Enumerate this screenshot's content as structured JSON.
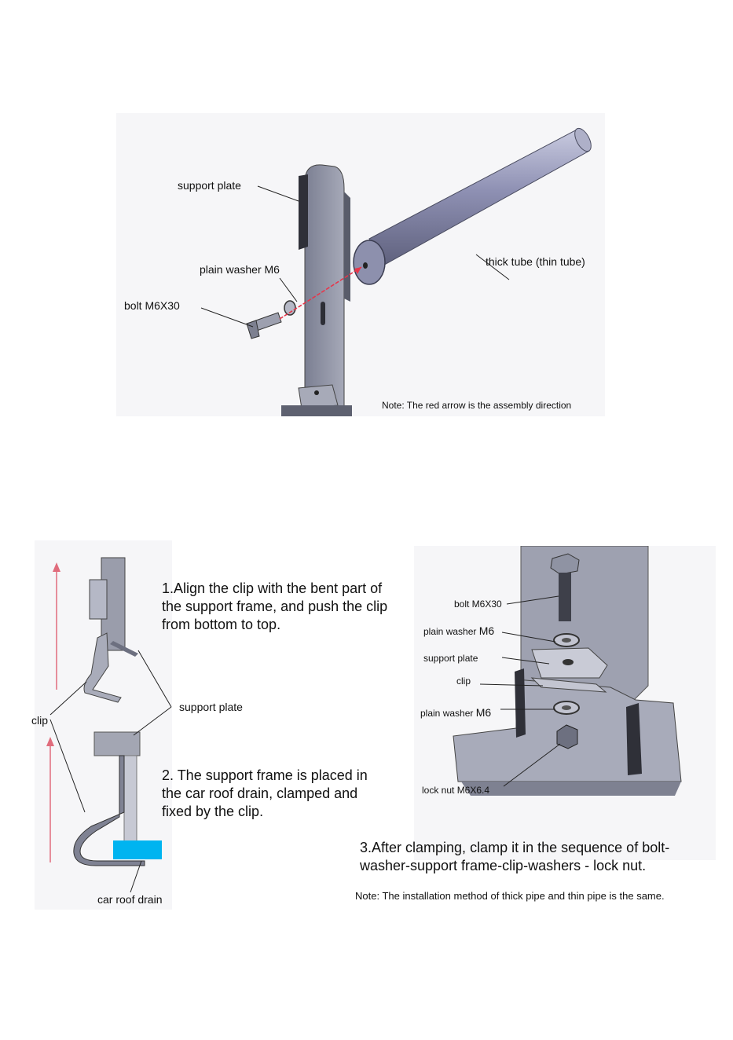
{
  "figure1": {
    "labels": {
      "support_plate": "support plate",
      "plain_washer": "plain washer M6",
      "bolt": "bolt M6X30",
      "tube": "thick tube (thin tube)"
    },
    "note": "Note: The red arrow is the assembly direction"
  },
  "figure2": {
    "step1": "1.Align the clip with the bent part of the support frame, and push the clip from bottom to top.",
    "step2": "2. The support frame is placed in the car roof drain, clamped and fixed by the clip.",
    "labels": {
      "clip": "clip",
      "support_plate": "support plate",
      "car_roof_drain": "car roof drain"
    }
  },
  "figure3": {
    "labels": {
      "bolt": "bolt M6X30",
      "plain_washer_top": "plain washer",
      "plain_washer_top_size": "M6",
      "support_plate": "support plate",
      "clip": "clip",
      "plain_washer_bottom": "plain washer",
      "plain_washer_bottom_size": "M6",
      "lock_nut": "lock nut M6X6.4"
    },
    "step3": "3.After clamping, clamp it in the sequence of bolt-washer-support frame-clip-washers - lock nut.",
    "note": "Note: The installation method of thick pipe and thin pipe is the same."
  },
  "colors": {
    "assembly_arrow": "#e8354a",
    "direction_arrow": "#e06c7c",
    "drain_block": "#00b4f0",
    "metal": "#8f94a6",
    "metal_dark": "#3a3c44"
  }
}
